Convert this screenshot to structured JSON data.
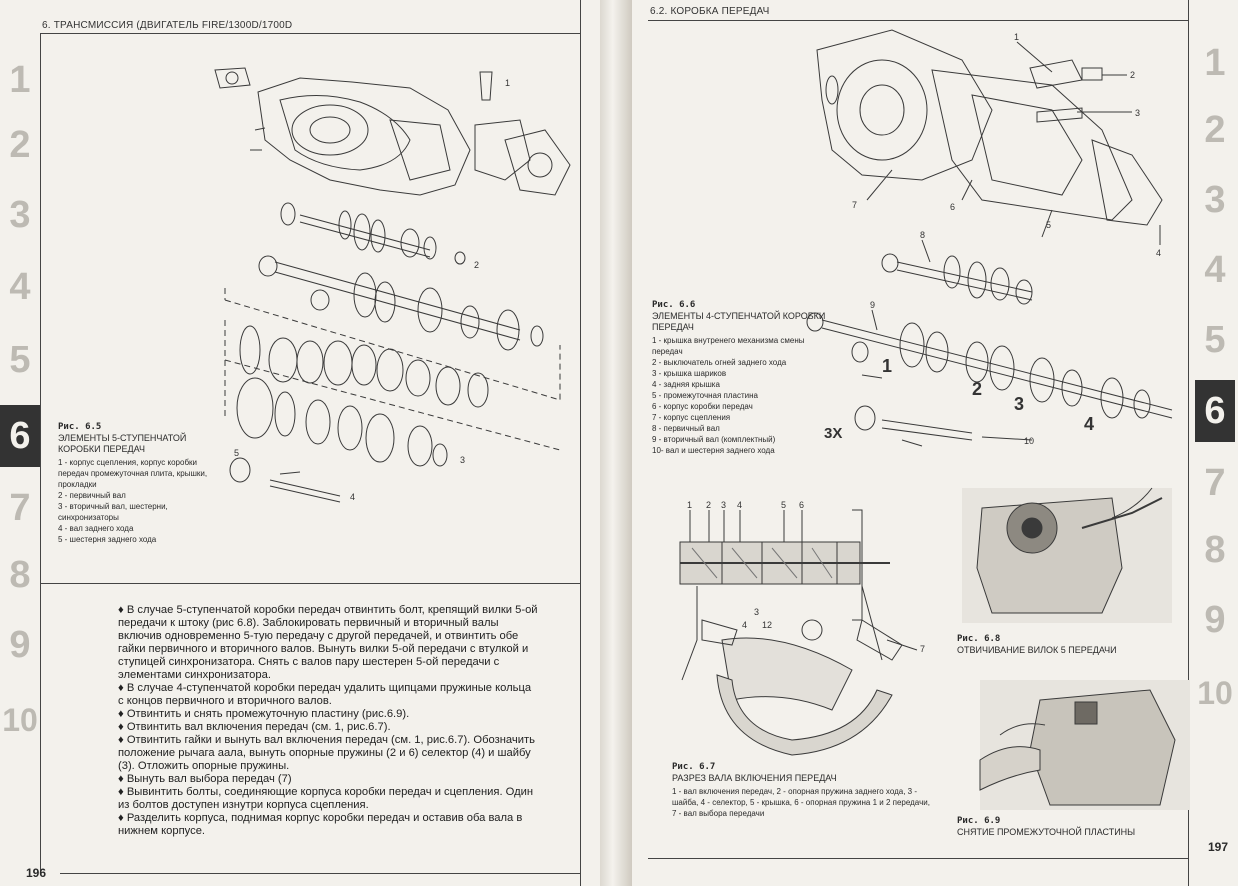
{
  "left_page": {
    "header": "6. ТРАНСМИССИЯ (ДВИГАТЕЛЬ FIRE/1300D/1700D",
    "page_number": "196",
    "tabs": [
      "1",
      "2",
      "3",
      "4",
      "5",
      "6",
      "7",
      "8",
      "9",
      "10"
    ],
    "active_tab": "6",
    "figure": {
      "title": "Рис. 6.5",
      "subtitle": "ЭЛЕМЕНТЫ 5-СТУПЕНЧАТОЙ КОРОБКИ ПЕРЕДАЧ",
      "items": [
        "1 - корпус сцепления, корпус коробки передач промежуточная плита, крышки, прокладки",
        "2 - первичный вал",
        "3 - вторичный вал, шестерни, синхронизаторы",
        "4 - вал заднего хода",
        "5 - шестерня заднего хода"
      ],
      "callouts": [
        "1",
        "2",
        "3",
        "4",
        "5"
      ]
    },
    "body": [
      "♦ В случае 5-ступенчатой коробки передач отвинтить болт, крепящий вилки 5-ой передачи к штоку (рис 6.8). Заблокировать первичный и вторичный валы включив одновременно 5-тую передачу с другой передачей, и отвинтить обе гайки первичного и вторичного валов. Вынуть вилки 5-ой передачи с втулкой и ступицей синхронизатора. Снять с валов пару шестерен 5-ой передачи с элементами синхронизатора.",
      "♦ В случае 4-ступенчатой коробки передач удалить щипцами пружиные кольца с концов первичного и вторичного валов.",
      "♦ Отвинтить и снять промежуточную пластину (рис.6.9).",
      "♦ Отвинтить вал включения передач (см. 1, рис.6.7).",
      "♦ Отвинтить гайки и вынуть вал включения передач (см. 1, рис.6.7). Обозначить положение рычага аала, вынуть опорные пружины (2 и 6) селектор (4) и шайбу (3). Отложить опорные пружины.",
      "♦ Вынуть вал выбора передач (7)",
      "♦ Вывинтить болты, соединяющие корпуса коробки передач и сцепления. Один из болтов доступен изнутри корпуса сцепления.",
      "♦ Разделить корпуса, поднимая корпус коробки передач и оставив оба вала в нижнем корпусе."
    ]
  },
  "right_page": {
    "header": "6.2. КОРОБКА ПЕРЕДАЧ",
    "page_number": "197",
    "fig66": {
      "title": "Рис. 6.6",
      "subtitle": "ЭЛЕМЕНТЫ 4-СТУПЕНЧАТОЙ КОРОБКИ ПЕРЕДАЧ",
      "items": [
        "1 - крышка внутренего механизма смены передач",
        "2 - выключатель огней заднего хода",
        "3 - крышка шариков",
        "4 - задняя крышка",
        "5 - промежуточная пластина",
        "6 - корпус коробки передач",
        "7 - корпус сцепления",
        "8 - первичный вал",
        "9 - вторичный вал (комплектный)",
        "10- вал и шестерня заднего хода"
      ],
      "callouts": [
        "1",
        "2",
        "3",
        "4",
        "5",
        "6",
        "7",
        "8",
        "9",
        "10"
      ],
      "gear_labels": [
        "1",
        "2",
        "3",
        "4"
      ],
      "multiplier": "3X"
    },
    "fig67": {
      "title": "Рис. 6.7",
      "subtitle": "РАЗРЕЗ ВАЛА ВКЛЮЧЕНИЯ ПЕРЕДАЧ",
      "items": "1 - вал включения передач, 2 - опорная пружина заднего хода, 3 - шайба, 4 - селектор, 5 - крышка, 6 - опорная пружина 1 и 2 передачи, 7 - вал выбора передачи",
      "callouts": [
        "1",
        "2",
        "3",
        "4",
        "5",
        "6",
        "7"
      ],
      "inner_labels": [
        "3",
        "4",
        "12"
      ]
    },
    "fig68": {
      "title": "Рис. 6.8",
      "subtitle": "ОТВИЧИВАНИЕ ВИЛОК 5 ПЕРЕДАЧИ"
    },
    "fig69": {
      "title": "Рис. 6.9",
      "subtitle": "СНЯТИЕ ПРОМЕЖУТОЧНОЙ ПЛАСТИНЫ"
    },
    "tabs": [
      "1",
      "2",
      "3",
      "4",
      "5",
      "6",
      "7",
      "8",
      "9",
      "10"
    ],
    "active_tab": "6"
  }
}
